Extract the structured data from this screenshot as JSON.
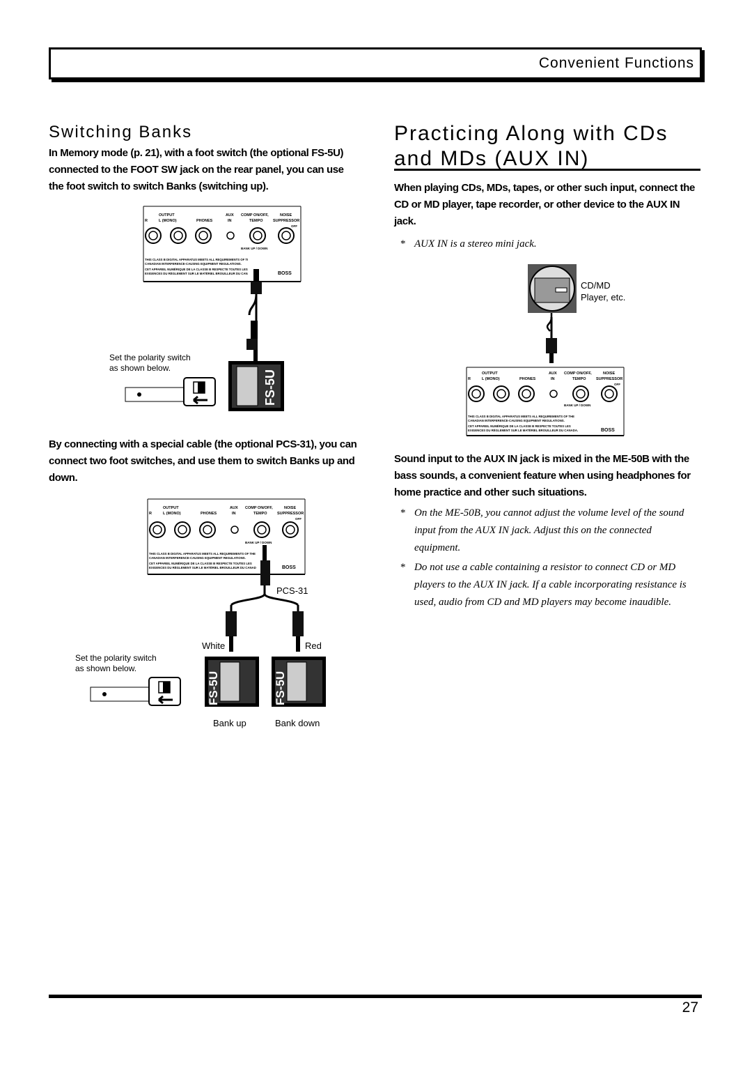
{
  "header": {
    "section_title": "Convenient Functions"
  },
  "switching_banks": {
    "heading": "Switching Banks",
    "intro": "In Memory mode (p. 21), with a foot switch (the optional FS-5U) connected to the FOOT SW jack on the rear panel, you can use the foot switch to switch Banks (switching up).",
    "figure1": {
      "polarity_caption_line1": "Set the polarity switch",
      "polarity_caption_line2": "as shown below."
    },
    "second_paragraph": "By connecting with a special cable (the optional PCS-31), you can connect two foot switches, and use them to switch Banks up and down.",
    "figure2": {
      "cable_label": "PCS-31",
      "white_label": "White",
      "red_label": "Red",
      "polarity_caption_line1": "Set the polarity switch",
      "polarity_caption_line2": "as shown below.",
      "bank_up_label": "Bank up",
      "bank_down_label": "Bank down"
    }
  },
  "panel": {
    "output": "OUTPUT",
    "r": "R",
    "l_mono": "L (MONO)",
    "phones": "PHONES",
    "aux": "AUX",
    "in": "IN",
    "comp": "COMP ON/OFF,",
    "tempo": "TEMPO",
    "noise": "NOISE",
    "suppressor": "SUPPRESSOR",
    "off": "OFF",
    "bank": "BANK UP / DOWN",
    "reg1": "THIS CLASS B DIGITAL APPARATUS MEETS ALL REQUIREMENTS OF THE",
    "reg2": "CANADIAN INTERFERENCE-CAUSING EQUIPMENT REGULATIONS.",
    "reg3": "CET APPAREIL NUMÉRIQUE DE LA CLASSE B RESPECTE TOUTES LES",
    "reg4": "EXIGENCES DU RÈGLEMENT SUR LE MATÉRIEL BROUILLEUR DU CANADA.",
    "brand": "BOSS",
    "pedal_model": "FS-5U"
  },
  "aux_in": {
    "heading_line1": "Practicing Along with CDs",
    "heading_line2": "and MDs (AUX IN)",
    "intro": "When playing CDs, MDs, tapes, or other such input, connect the CD or MD player, tape recorder, or other device to the AUX IN jack.",
    "note1": "AUX IN is a stereo mini jack.",
    "figure": {
      "device_label_line1": "CD/MD",
      "device_label_line2": "Player, etc."
    },
    "mix_paragraph": "Sound input to the AUX IN jack is mixed in the ME-50B with the bass sounds, a convenient feature when using headphones for home practice and other such situations.",
    "note2": "On the ME-50B, you cannot adjust the volume level of the sound input from the AUX IN jack. Adjust this on the connected equipment.",
    "note3": "Do not use a cable containing a resistor to connect CD or MD players to the AUX IN jack. If a cable incorporating resistance is used, audio from CD and MD players may become inaudible.",
    "asterisk": "*"
  },
  "footer": {
    "page_number": "27"
  }
}
